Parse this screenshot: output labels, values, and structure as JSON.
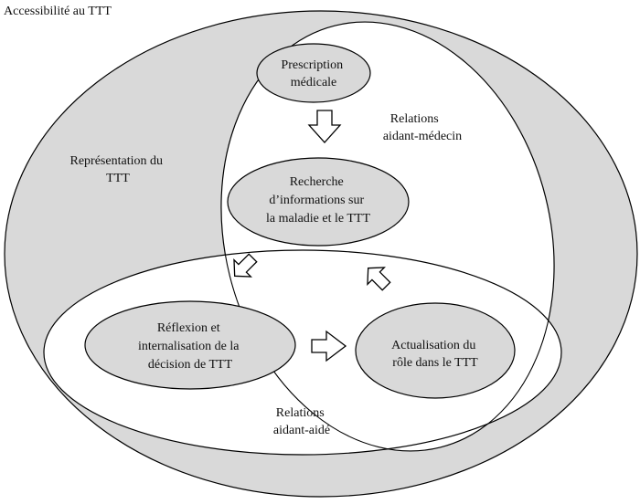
{
  "diagram": {
    "title": "Accessibilité au TTT",
    "labels": {
      "representation": [
        "Représentation du",
        "TTT"
      ],
      "relations_medecin": [
        "Relations",
        "aidant-médecin"
      ],
      "relations_aide": [
        "Relations",
        "aidant-aidé"
      ]
    },
    "nodes": {
      "prescription": [
        "Prescription",
        "médicale"
      ],
      "recherche": [
        "Recherche",
        "d’informations sur",
        "la maladie et le TTT"
      ],
      "reflexion": [
        "Réflexion et",
        "internalisation de la",
        "décision de TTT"
      ],
      "actualisation": [
        "Actualisation du",
        "rôle dans le TTT"
      ]
    },
    "colors": {
      "region_fill": "#d9d9d9",
      "node_fill": "#d9d9d9",
      "inner_fill": "#ffffff",
      "stroke": "#000000"
    }
  }
}
